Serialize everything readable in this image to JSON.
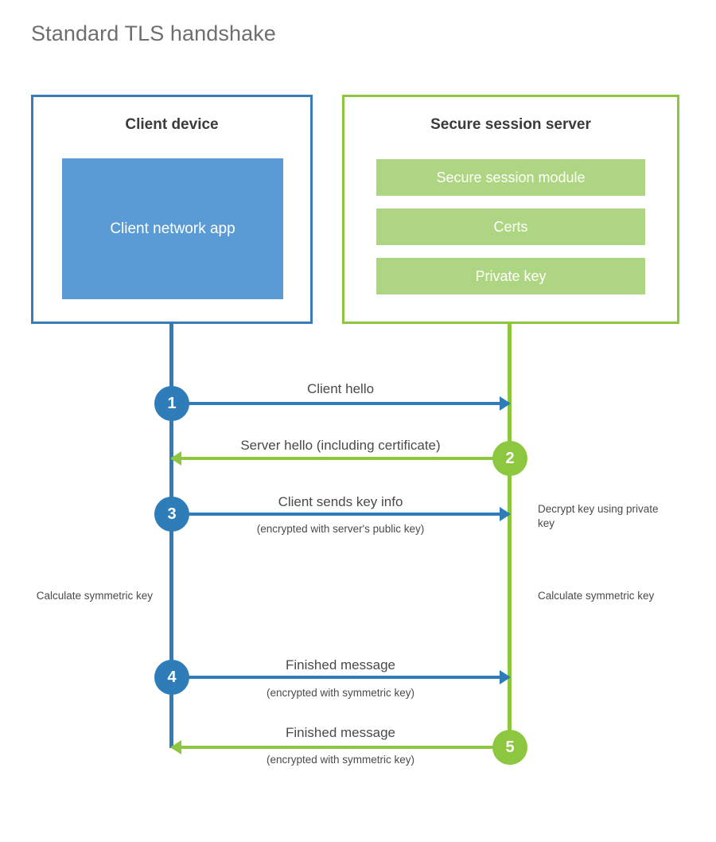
{
  "title": "Standard TLS handshake",
  "colors": {
    "client_accent": "#2E7CB8",
    "client_block": "#5B9BD5",
    "server_accent": "#8DC63F",
    "server_block": "#AED581",
    "title_text": "#6e6e6e",
    "body_text": "#4a4a4a",
    "background": "#ffffff"
  },
  "client": {
    "title": "Client device",
    "app_label": "Client network app"
  },
  "server": {
    "title": "Secure session server",
    "modules": [
      {
        "label": "Secure session module"
      },
      {
        "label": "Certs"
      },
      {
        "label": "Private key"
      }
    ]
  },
  "steps": [
    {
      "number": "1",
      "side": "client",
      "label": "Client hello",
      "sublabel": ""
    },
    {
      "number": "2",
      "side": "server",
      "label": "Server hello (including certificate)",
      "sublabel": ""
    },
    {
      "number": "3",
      "side": "client",
      "label": "Client sends key info",
      "sublabel": "(encrypted with server's public key)"
    },
    {
      "number": "4",
      "side": "client",
      "label": "Finished message",
      "sublabel": "(encrypted with symmetric key)"
    },
    {
      "number": "5",
      "side": "server",
      "label": "Finished message",
      "sublabel": "(encrypted with symmetric key)"
    }
  ],
  "annotations": {
    "decrypt_key": "Decrypt key using private key",
    "client_calculate": "Calculate symmetric key",
    "server_calculate": "Calculate symmetric key"
  }
}
